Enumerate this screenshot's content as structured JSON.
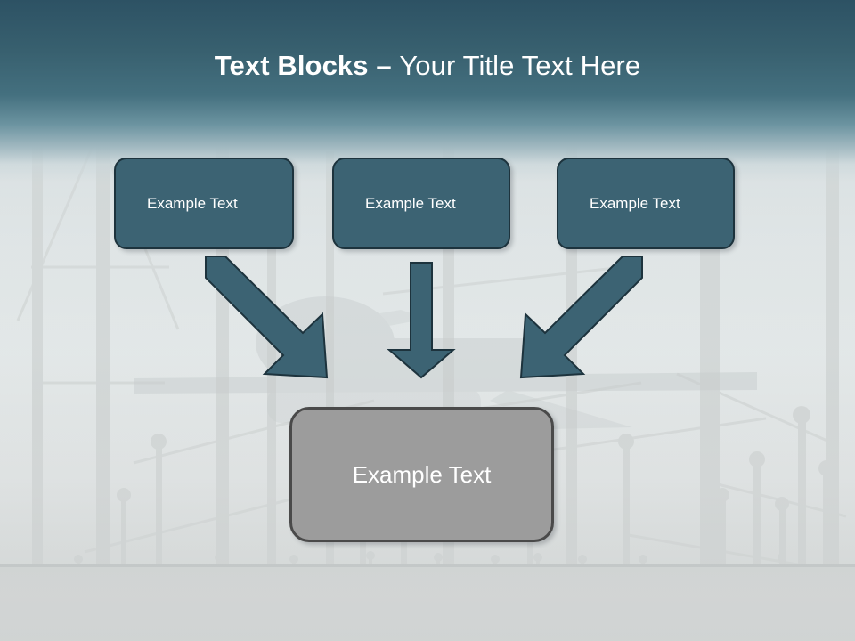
{
  "slide": {
    "title": {
      "bold_part": "Text Blocks – ",
      "regular_part": "Your Title Text Here",
      "full": "Text Blocks – Your Title Text Here"
    },
    "background": {
      "description": "airport-approach-lights-with-airplane-silhouette",
      "sky_color": "#dde3e4",
      "ground_color": "#c9cbca"
    },
    "theme": {
      "header_top_color": "#2d5264",
      "header_bottom_color": "#44707f",
      "accent_color": "#3c6373",
      "accent_border_color": "#1d333d",
      "result_fill_color": "#9c9c9c",
      "result_border_color": "#4a4a4a",
      "text_color": "#ffffff"
    }
  },
  "blocks": {
    "top": [
      {
        "id": "block-1",
        "label": "Example Text"
      },
      {
        "id": "block-2",
        "label": "Example Text"
      },
      {
        "id": "block-3",
        "label": "Example Text"
      }
    ],
    "bottom": {
      "id": "block-result",
      "label": "Example Text"
    }
  },
  "arrows": [
    {
      "id": "arrow-left",
      "direction": "down-right",
      "from": "block-1",
      "to": "block-result"
    },
    {
      "id": "arrow-middle",
      "direction": "down",
      "from": "block-2",
      "to": "block-result"
    },
    {
      "id": "arrow-right",
      "direction": "down-left",
      "from": "block-3",
      "to": "block-result"
    }
  ]
}
